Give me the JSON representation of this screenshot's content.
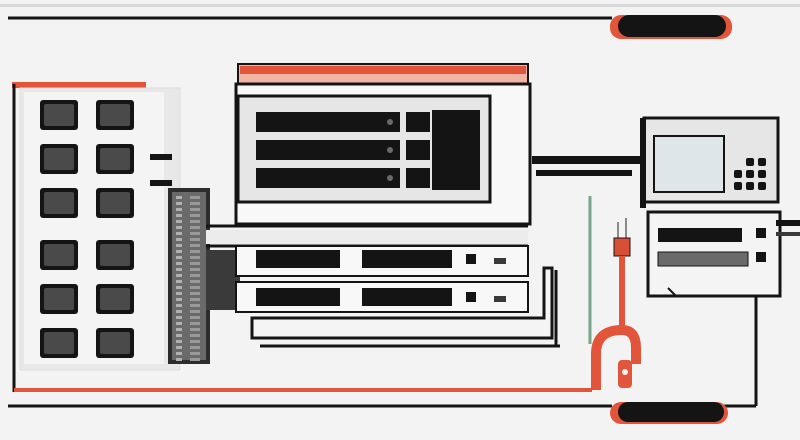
{
  "scene": {
    "description_free": true,
    "colors": {
      "background": "#f3f3f3",
      "ink": "#141414",
      "panel": "#e6e6e6",
      "panel_light": "#f8f8f8",
      "accent": "#e2553a",
      "accent_soft": "#f2b5a5",
      "screen": "#dfe6ea",
      "green_wire": "#7aa58d"
    },
    "icons": [
      "keypad-panel-icon",
      "server-rack-icon",
      "control-monitor-icon",
      "plug-cable-icon"
    ],
    "keypad": {
      "rows": 6,
      "columns": 2
    },
    "rack_windows": 3
  }
}
